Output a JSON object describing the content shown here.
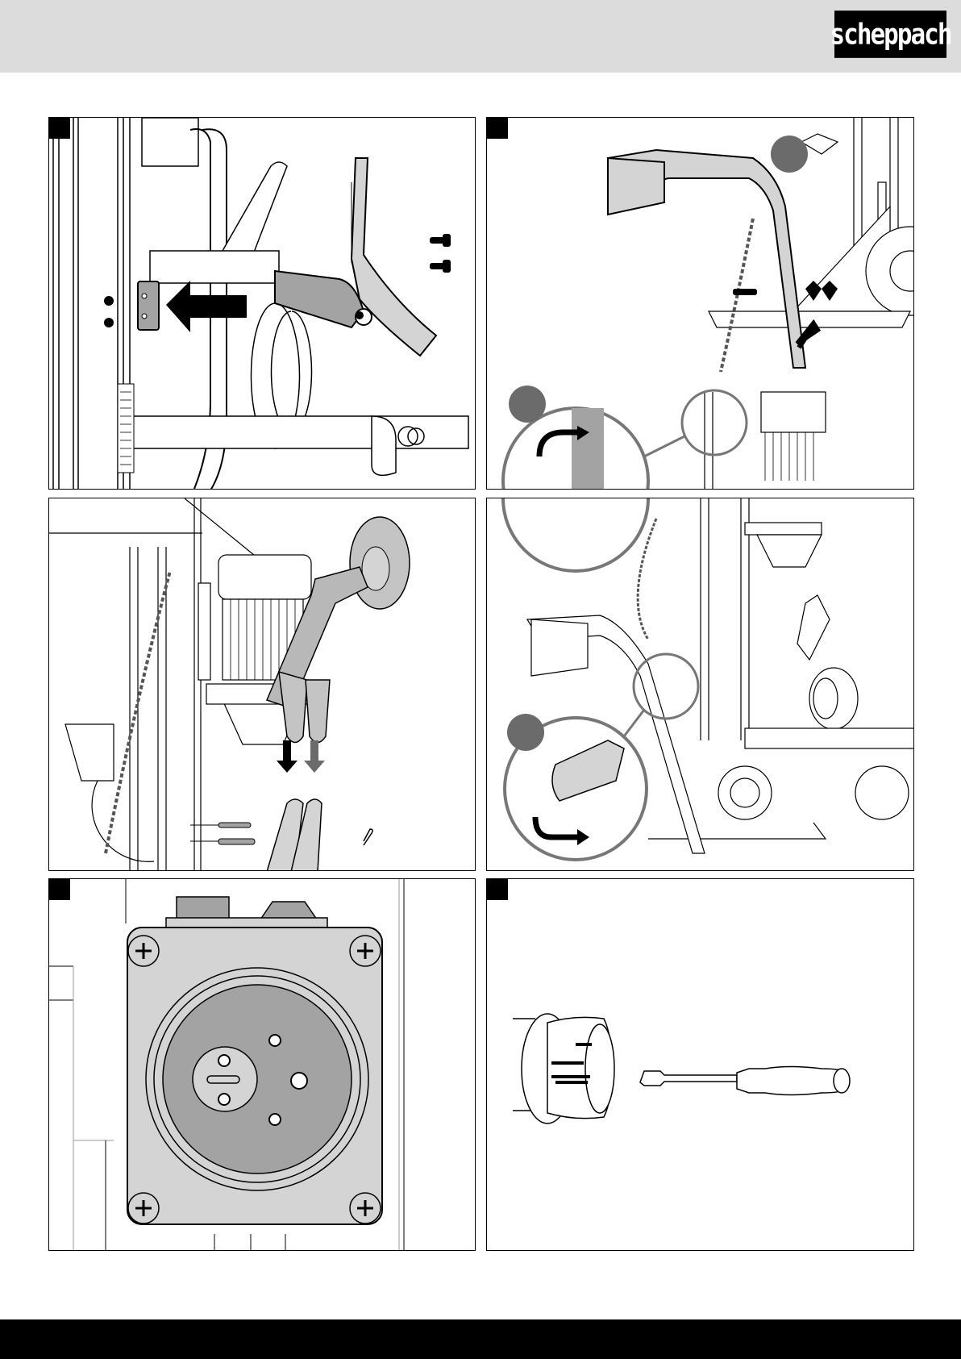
{
  "header": {
    "brand_logo_text": "scheppach",
    "background_color": "#dcdcdc",
    "logo_color": "#000000"
  },
  "figures": [
    {
      "id": "fig-1",
      "label": "",
      "description": "Mounting the lever arm plate onto the column (arrow pointing left), with two screws and nuts"
    },
    {
      "id": "fig-2",
      "label": "",
      "description": "Attaching the log tray with chain, bolt and nuts; detail callouts of chain hook and tray latch",
      "callouts": [
        "",
        "",
        ""
      ]
    },
    {
      "id": "fig-3",
      "label": "",
      "description": "Attaching the wheel arm brackets downwards onto the frame (two arrows), with pins and clip"
    },
    {
      "id": "fig-4",
      "label": "",
      "description": "Three-phase CEE power socket on the motor switch housing"
    },
    {
      "id": "fig-5",
      "label": "",
      "description": "CEE plug phase inverter adjusted with a flat-head screwdriver"
    }
  ],
  "colors": {
    "callout_gray": "#6b6b6b",
    "part_gray": "#a3a3a3",
    "light_gray": "#d4d4d4",
    "footer": "#000000"
  }
}
